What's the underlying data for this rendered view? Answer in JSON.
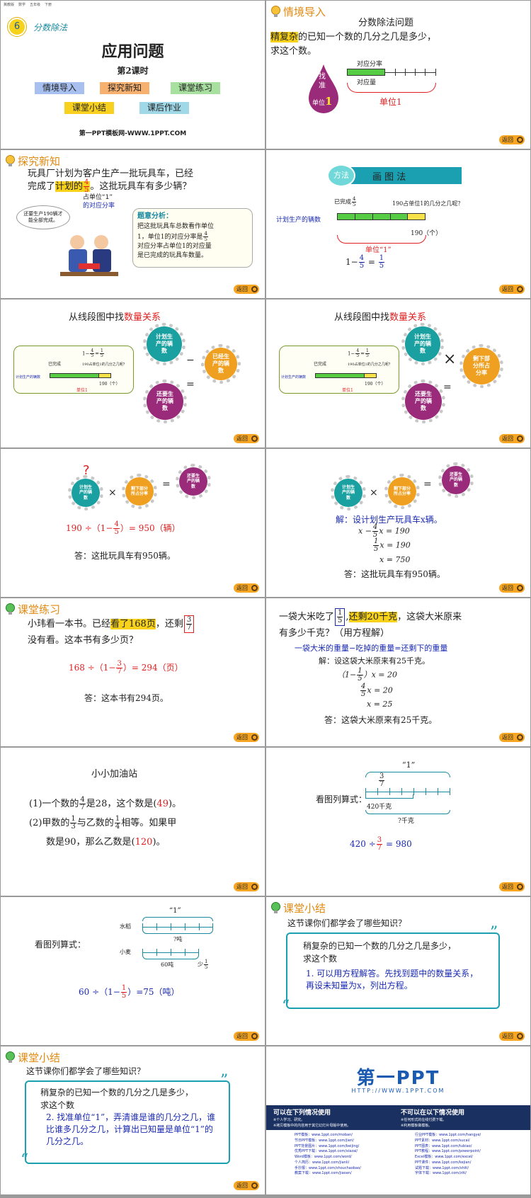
{
  "s1": {
    "unit_no": "6",
    "unit_name": "分数除法",
    "title": "应用问题",
    "lesson": "第2课时",
    "buttons": [
      "情境导入",
      "探究新知",
      "课堂练习",
      "课堂小结",
      "课后作业"
    ],
    "site": "第一PPT模板网-WWW.1PPT.COM",
    "top": [
      "冀教版",
      "数学",
      "五年级",
      "下册"
    ]
  },
  "back": "返回",
  "s2": {
    "head": "情境导入",
    "title": "分数除法问题",
    "q1": "精复杂",
    "q2": "的已知一个数的几分之几是多少，",
    "q3": "求这个数。",
    "drop": [
      "找",
      "准",
      "单位"
    ],
    "drop_num": "1",
    "lbl1": "对应分率",
    "lbl2": "对应量",
    "unit": "单位1"
  },
  "s3": {
    "head": "探究新知",
    "p1": "玩具厂计划为客户生产一批玩具车，已经",
    "p2a": "完成了",
    "p2b": "计划的",
    "n": "4",
    "d": "5",
    "p2c": "。这批玩具车有多少辆？",
    "cloud": "还要生产190辆才能全部完成。",
    "tag1": "占单位“1”",
    "tag2": "的对应分率",
    "ana_t": "题意分析：",
    "ana": [
      "把这批玩具车总数看作单位",
      "1，单位1的对应分率是",
      "对应分率占单位1的对应量",
      "是已完成的玩具车数量。"
    ],
    "ana_n": "4",
    "ana_d": "5"
  },
  "s4": {
    "method": "方法",
    "name": "画 图 法",
    "lbl1": "已完成",
    "lbl1n": "4",
    "lbl1d": "5",
    "lbl2": "190占单位1的几分之几呢？",
    "row": "计划生产的辆数",
    "num": "190（个）",
    "unit": "单位“1”",
    "eq1": "1−",
    "eqn": "4",
    "eqd": "5",
    "eq2": "=",
    "eqr": "1",
    "eqrd": "5"
  },
  "s5": {
    "title1": "从线段图中找",
    "title2": "数量关系",
    "g1": "计划生产的辆数",
    "g2": "已经生产的辆数",
    "g3": "还要生产的辆数",
    "op1": "−",
    "op2": "=",
    "c_l1": "已完成",
    "c_l2": "190占单位1的几分之几呢？",
    "c_row": "计划生产的辆数",
    "c_num": "190（个）",
    "c_unit": "单位1",
    "c_eq": "1−",
    "c_n": "4",
    "c_d": "5",
    "c_r": "1",
    "c_rd": "5"
  },
  "s6": {
    "title1": "从线段图中找",
    "title2": "数量关系",
    "g1": "计划生产的辆数",
    "g2": "剩下部分所占分率",
    "g3": "还要生产的辆数",
    "op1": "×",
    "op2": "="
  },
  "s7": {
    "q": "?",
    "g1": "计划生产的辆数",
    "g2": "剩下部分所占分率",
    "g3": "还要生产的辆数",
    "op1": "×",
    "op2": "=",
    "eq_a": "190 ÷（1−",
    "n": "4",
    "d": "5",
    "eq_b": "）= 950（辆）",
    "ans": "答：这批玩具车有950辆。"
  },
  "s8": {
    "g1": "计划生产的辆数",
    "g2": "剩下部分所占分率",
    "g3": "还要生产的辆数",
    "op1": "×",
    "op2": "=",
    "sol": "解：设计划生产玩具车x辆。",
    "l1a": "x −",
    "l1n": "4",
    "l1d": "5",
    "l1b": "x = 190",
    "l2n": "1",
    "l2d": "5",
    "l2b": "x = 190",
    "l3": "x = 750",
    "ans": "答：这批玩具车有950辆。"
  },
  "s9": {
    "head": "课堂练习",
    "p1a": "小玮看一本书。已经",
    "p1b": "看了168页",
    "p1c": "，还剩",
    "n": "3",
    "d": "7",
    "p2": "没有看。这本书有多少页？",
    "eq_a": "168 ÷（1−",
    "eq_b": "）= 294（页）",
    "ans": "答：这本书有294页。"
  },
  "s10": {
    "p1a": "一袋大米吃了",
    "n": "1",
    "d": "5",
    "p1b": "还剩20千克",
    "p1c": "，这袋大米原来",
    "p2": "有多少千克？（用方程解）",
    "rel": "一袋大米的重量−吃掉的重量=还剩下的重量",
    "sol": "解：设这袋大米原来有25千克。",
    "l1a": "（1−",
    "l1b": "）x = 20",
    "l2n": "4",
    "l2d": "5",
    "l2b": "x = 20",
    "l3": "x = 25",
    "ans": "答：这袋大米原来有25千克。"
  },
  "s11": {
    "title": "小小加油站",
    "q1a": "(1)一个数的",
    "q1n": "4",
    "q1d": "7",
    "q1b": "是28，这个数是(",
    "q1ans": "49",
    "q1c": ")。",
    "q2a": "(2)甲数的",
    "q2n": "1",
    "q2d": "3",
    "q2b": "与乙数的",
    "q2n2": "1",
    "q2d2": "4",
    "q2c": "相等。如果甲",
    "q3a": "数是90，那么乙数是(",
    "q3ans": "120",
    "q3b": ")。"
  },
  "s12": {
    "label": "看图列算式：",
    "one": "“1”",
    "n": "3",
    "d": "7",
    "num": "420千克",
    "q": "?千克",
    "eq_a": "420 ÷",
    "eq_b": "= 980"
  },
  "s13": {
    "label": "看图列算式：",
    "one": "“1”",
    "row1": "水稻",
    "row2": "小麦",
    "q": "?吨",
    "num": "60吨",
    "less": "少",
    "ln": "1",
    "ld": "5",
    "eq_a": "60 ÷（1−",
    "eq_b": "）=75（吨）"
  },
  "s14": {
    "head": "课堂小结",
    "q": "这节课你们都学会了哪些知识？",
    "b1": "稍复杂的已知一个数的几分之几是多少，",
    "b2": "求这个数",
    "pt": "1.  可以用方程解答。先找到题中的数量关系，再设未知量为x，列出方程。"
  },
  "s15": {
    "head": "课堂小结",
    "q": "这节课你们都学会了哪些知识？",
    "b1": "稍复杂的已知一个数的几分之几是多少，",
    "b2": "求这个数",
    "pt": "2.  找准单位“1”，弄清谁是谁的几分之几，谁比谁多几分之几，计算出已知量是单位“1”的几分之几。"
  },
  "s16": {
    "brand": "第一PPT",
    "url": "HTTP://WWW.1PPT.COM",
    "can": "可以在下列情况使用",
    "cannot": "不可以在以下情况使用",
    "can_items": [
      "※个人学习、研究。",
      "※拷贝模板中的内容用于其它幻灯片母版中使用。"
    ],
    "cannot_items": [
      "※任何形式的在线付费下载。",
      "※利用模板做模板。"
    ],
    "links_l": [
      "PPT模板：www.1ppt.com/moban/",
      "节日PPT模板：www.1ppt.com/jieri/",
      "PPT背景图片：www.1ppt.com/beijing/",
      "优秀PPT下载：www.1ppt.com/xiazai/",
      "Word模板：www.1ppt.com/word/",
      "个人简历：www.1ppt.com/jianli/",
      "手抄报：www.1ppt.com/shouchaobao/",
      "教案下载：www.1ppt.com/jiaoan/"
    ],
    "links_r": [
      "行业PPT模板：www.1ppt.com/hangye/",
      "PPT素材：www.1ppt.com/sucai/",
      "PPT图表：www.1ppt.com/tubiao/",
      "PPT教程：www.1ppt.com/powerpoint/",
      "Excel模板：www.1ppt.com/excel/",
      "PPT课件：www.1ppt.com/kejian/",
      "试题下载：www.1ppt.com/shiti/",
      "字体下载：www.1ppt.com/ziti/"
    ]
  }
}
